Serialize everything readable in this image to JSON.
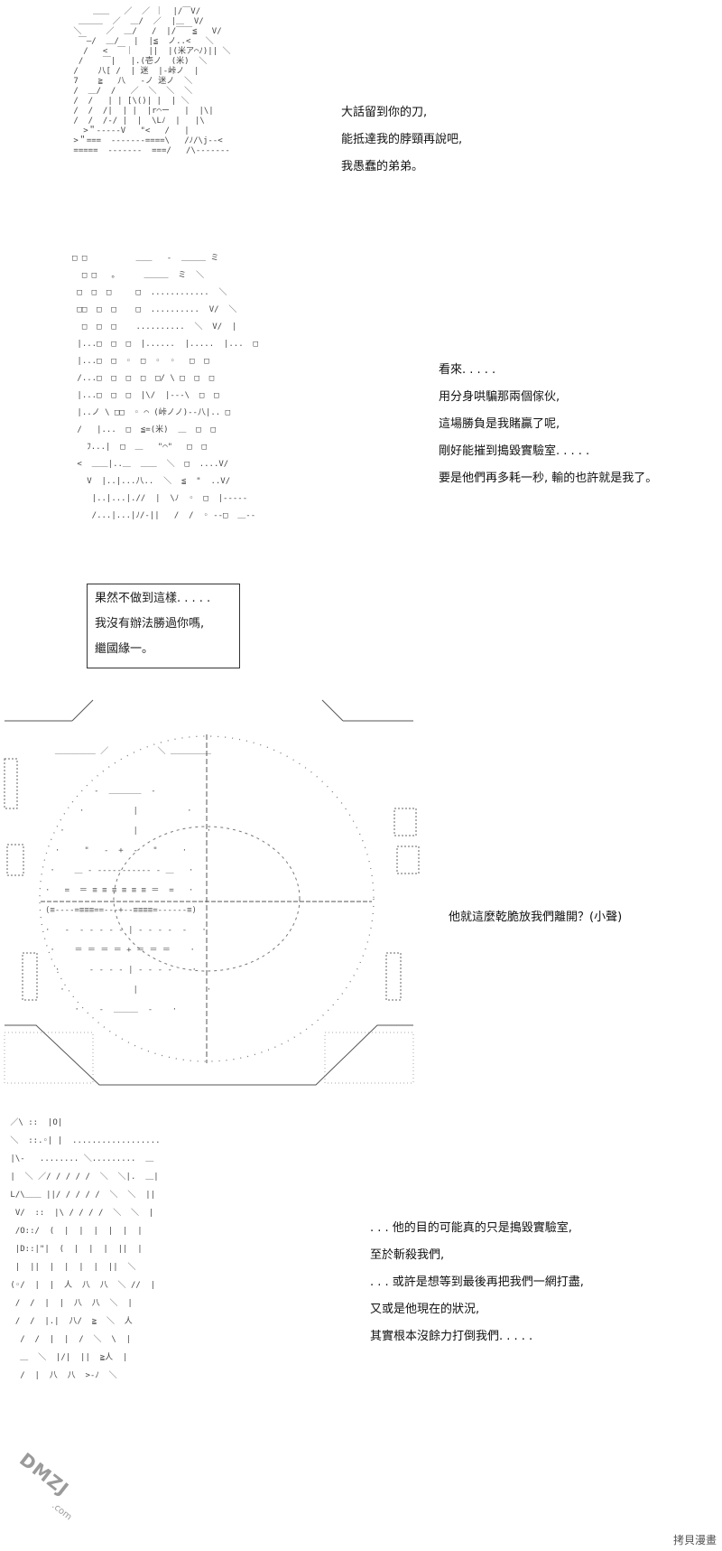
{
  "panels": [
    {
      "lines": [
        "大話留到你的刀,",
        "能抵達我的脖頸再說吧,",
        "我愚蠢的弟弟。"
      ]
    },
    {
      "lines": [
        "看來. . . . .",
        "用分身哄騙那兩個傢伙,",
        "這場勝負是我賭贏了呢,",
        "剛好能摧到搗毀實驗室. . . . .",
        "要是他們再多耗一秒, 輸的也許就是我了。"
      ]
    },
    {
      "box_lines": [
        "果然不做到這樣. . . . .",
        "我沒有辦法勝過你嗎,",
        "繼國緣一。"
      ]
    },
    {
      "lines": [
        "他就這麼乾脆放我們離開？(小聲)"
      ]
    },
    {
      "lines": [
        ". . . 他的目的可能真的只是搗毀實驗室,",
        "至於斬殺我們,",
        ". . . 或許是想等到最後再把我們一網打盡,",
        "又或是他現在的狀況,",
        "其實根本沒餘力打倒我們. . . . ."
      ]
    }
  ],
  "art": {
    "a1": "     ＿＿   ／  ／ ｜  |/￣V/\n  ＿＿＿  ／  ＿/  ／  |＿  V/\n ＼     ／  ＿/   /  |/￣￣≦   V/\n  ￣―/  ＿/   |  |≦  ノ..<   ＼\n   /   <  ￣｜   ||  |(米ア⌒ﾉ)|| ＼\n  /    ￣|   |.(壱ノ  (米)  ＼\n /    八[ /  | 迷  |-峠ノ  |\n 7    ≧   八   -ノ 迷ノ  ＼\n /  ＿/  /   ／  ＼  ＼  ＼\n /  /   | | [\\()| |  | ＼\n /  /  /|  | |  |r⌒ー   |  |\\|\n /  /  /-/ |  |  \\Lﾉ  |   |\\\n   >＂-----V   \"<   /   |\n >＂===  -------====\\   /ﾉ/\\j--<\n =====  -------  ===/   /\\-------",
    "a2": "□ □          ＿＿   -  ＿＿＿ ミ\n  □ □   。     ＿＿＿  ミ  ＼\n □  □  □     □  ............  ＼\n □□  □  □    □  ..........  V/  ＼\n  □  □  □    ..........  ＼  V/  |\n |...□  □  □  |......  |.....  |...  □\n |...□  □  ◦  □  ◦  ◦   □  □\n /...□  □  □  □  □/ \\ □  □  □\n |...□  □  □  |\\/  |---\\  □  □\n |..ノ \\ □□  ◦ ⌒ (峠ノノ)--八|.. □\n /   |...  □  ≦=(米)  ＿  □  □\n   ﾌ...|  □  ＿   \"⌒\"   □  □\n <  ＿＿|..＿  ＿＿  ＼  □  ....V/\n   V  |..|...八..  ＼  ≦  \"  ..V/\n    |..|...|.//  |  \\ﾉ  ◦  □  |-----\n    /...|...|ﾉ/-||   /  /  ◦ --□  ＿--",
    "a3": "  ＿＿＿＿＿ ／          ＼ ＿＿＿＿＿\n\n          -  ＿＿＿＿  -\n       ·          |          ·\n   ·              |              ·\n  ·     \"   -  +  -   \"     ·\n ·    ＿ - ----------- - ＿   ·\n·   =  ＝ ≡ ≡ ≡ ≡ ≡ ≡ ＝  =   ·\n(≡---‐=≡≡≡==---+--≡≡≡≡=------≡)\n·   -  - - - - - | - - - -  -   ·\n ·    ＝ ＝ ＝ ＝ + ＝ ＝ ＝    ·\n  ·      - - - - | - - - -    ·\n   ·              |              ·\n      ·    -  ＿＿＿  -    ·",
    "a4": " ／\\ ::  |O|\n ＼  ::.◦| |  ..................\n |\\-   ........ ＼.........  ＿\n |  ＼ ／/ / / / /  ＼  ＼|.  ＿|\n L/\\＿＿ ||/ / / / /  ＼  ＼  ||\n  V/  ::  |\\ / / / /  ＼  ＼  |\n  /O::/  (  |  |  |  |  |  |\n  |D::|\"|  (  |  |  |  ||  |\n  |  ||  |  |  |  |  ||  ＼\n (◦/  |  |  人  八  八  ＼ //  |\n  /  /  |  |  八  八  ＼  |\n  /  /  |.|  八/  ≧  ＼  人\n   /  /  |  |  /  ＼  \\  |\n   ＿  ＼  |/|  ||  ≧人  |\n   /  |  八  八  >-ﾉ  ＼"
  },
  "watermark": "DMZJ",
  "watermark_sub": ".com",
  "credit": "拷貝漫畫"
}
